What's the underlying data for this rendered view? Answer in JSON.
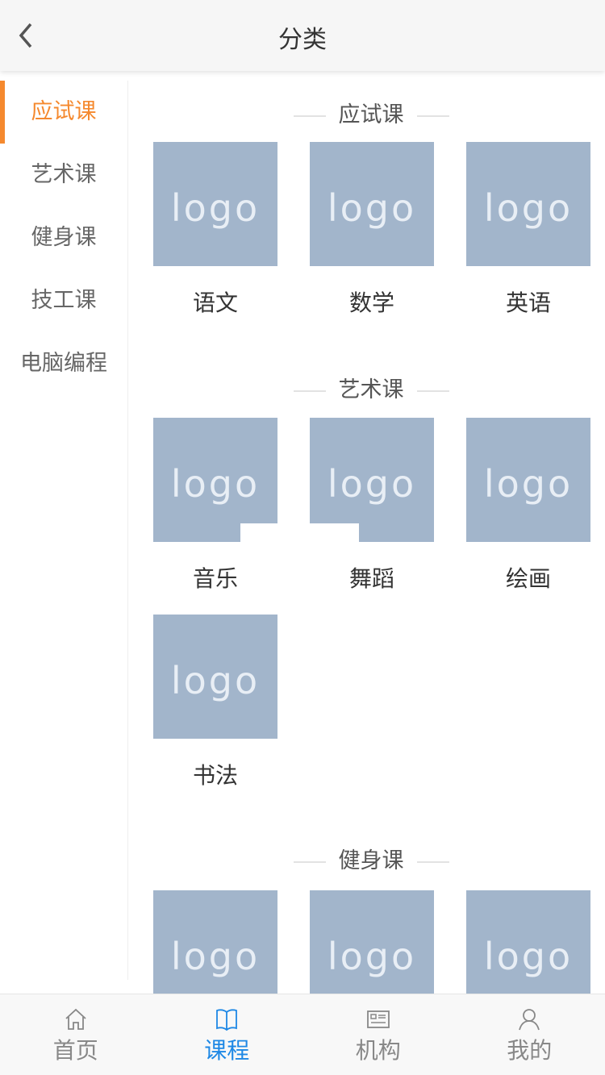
{
  "header": {
    "title": "分类",
    "back_icon": "chevron-left-icon"
  },
  "sidebar": {
    "items": [
      {
        "label": "应试课",
        "active": true
      },
      {
        "label": "艺术课"
      },
      {
        "label": "健身课"
      },
      {
        "label": "技工课"
      },
      {
        "label": "电脑编程"
      }
    ]
  },
  "sections": [
    {
      "title": "应试课",
      "items": [
        {
          "label": "语文",
          "logo": "logo"
        },
        {
          "label": "数学",
          "logo": "logo"
        },
        {
          "label": "英语",
          "logo": "logo"
        }
      ]
    },
    {
      "title": "艺术课",
      "items": [
        {
          "label": "音乐",
          "logo": "logo"
        },
        {
          "label": "舞蹈",
          "logo": "logo"
        },
        {
          "label": "绘画",
          "logo": "logo"
        },
        {
          "label": "书法",
          "logo": "logo"
        }
      ]
    },
    {
      "title": "健身课",
      "items": [
        {
          "logo": "logo"
        },
        {
          "logo": "logo"
        },
        {
          "logo": "logo"
        }
      ]
    }
  ],
  "tabbar": {
    "items": [
      {
        "label": "首页",
        "icon": "home-icon"
      },
      {
        "label": "课程",
        "icon": "book-icon",
        "active": true
      },
      {
        "label": "机构",
        "icon": "id-card-icon"
      },
      {
        "label": "我的",
        "icon": "user-icon"
      }
    ]
  },
  "colors": {
    "accent": "#f5892e",
    "tab_active": "#1e88e5",
    "logo_bg": "#a2b5cb"
  }
}
